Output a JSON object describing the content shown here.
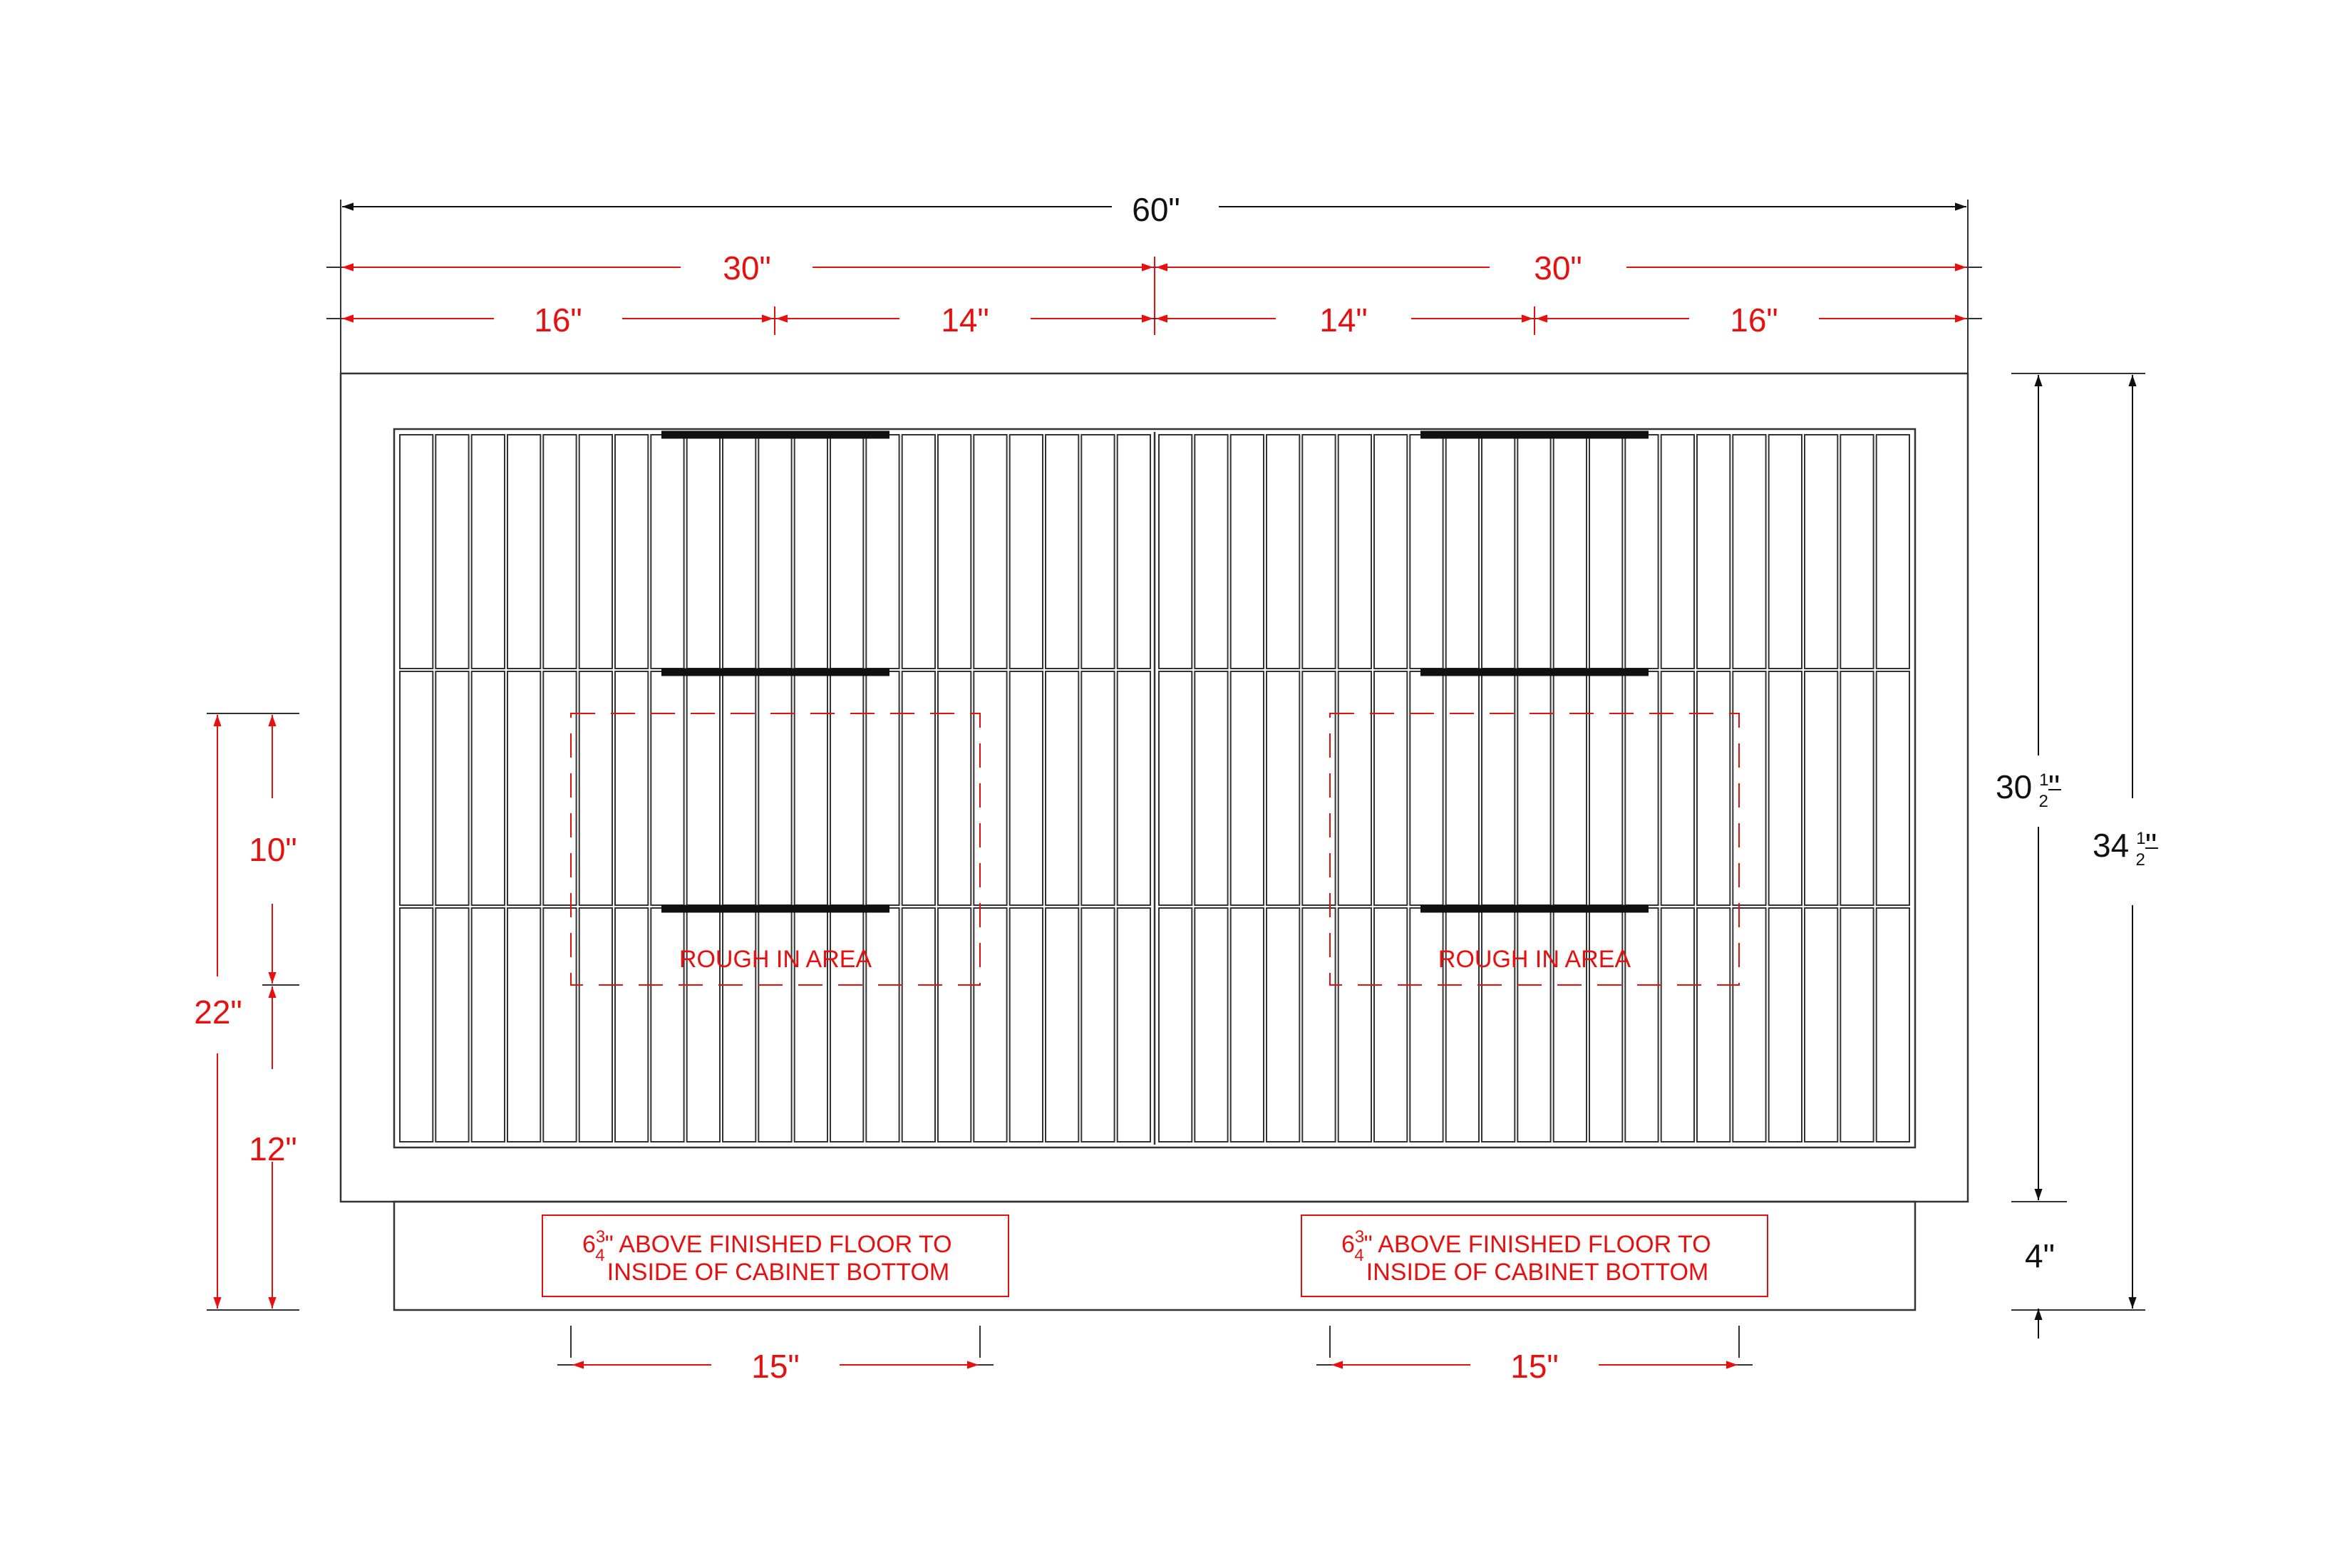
{
  "colors": {
    "dimension_red": "#e8100f",
    "line_black": "#111111",
    "line_gray": "#333333"
  },
  "dimensions": {
    "overall_width": "60\"",
    "half_left": "30\"",
    "half_right": "30\"",
    "seg_1": "16\"",
    "seg_2": "14\"",
    "seg_3": "14\"",
    "seg_4": "16\"",
    "cabinet_height": {
      "whole": "30",
      "num": "1",
      "den": "2",
      "unit": "\""
    },
    "total_height": {
      "whole": "34",
      "num": "1",
      "den": "2",
      "unit": "\""
    },
    "toe_kick": "4\"",
    "rough_total": "22\"",
    "rough_upper": "10\"",
    "rough_lower": "12\"",
    "rough_width_left": "15\"",
    "rough_width_right": "15\""
  },
  "labels": {
    "rough_in_left": "ROUGH IN AREA",
    "rough_in_right": "ROUGH IN AREA"
  },
  "notes": {
    "left": {
      "whole": "6",
      "num": "3",
      "den": "4",
      "line1": "\" ABOVE FINISHED FLOOR TO",
      "line2": "INSIDE OF CABINET BOTTOM"
    },
    "right": {
      "whole": "6",
      "num": "3",
      "den": "4",
      "line1": "\" ABOVE FINISHED FLOOR TO",
      "line2": "INSIDE OF CABINET BOTTOM"
    }
  }
}
